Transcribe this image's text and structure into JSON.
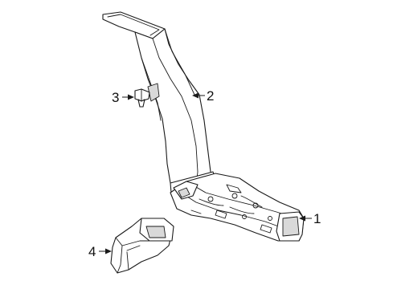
{
  "callouts": {
    "part_1": "1",
    "part_2": "2",
    "part_3": "3",
    "part_4": "4"
  },
  "colors": {
    "line": "#1a1a1a",
    "fill": "#ffffff",
    "shade": "#d9d9d9"
  }
}
